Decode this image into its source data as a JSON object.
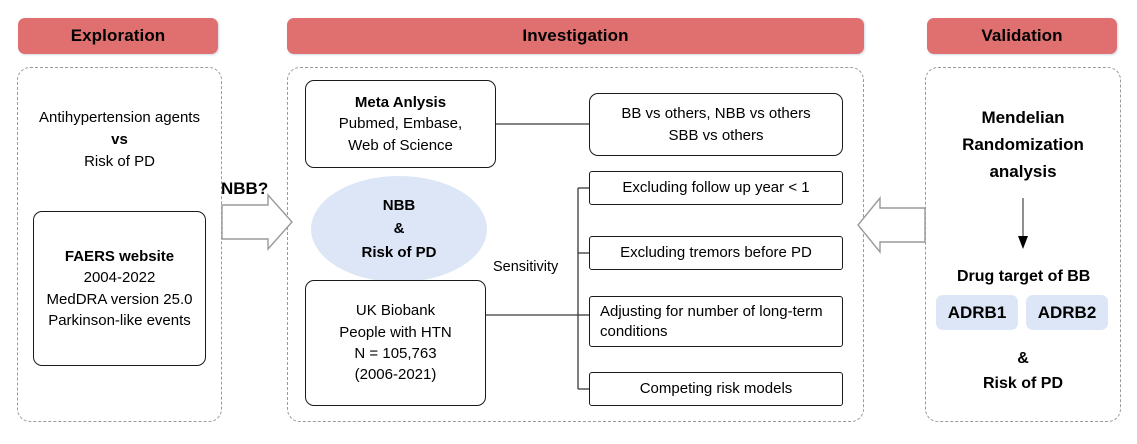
{
  "figure": {
    "type": "flowchart",
    "title": "Study design flowchart: beta-blockers and risk of Parkinson's disease",
    "accent_color": "#e06f6f",
    "highlight_color": "#dce6f6",
    "panel_border_color": "#9a9a9a"
  },
  "sections": {
    "exploration": {
      "header": "Exploration",
      "question_text": {
        "line1": "Antihypertension  agents",
        "line2": "vs",
        "line3": "Risk of PD"
      },
      "source_box": {
        "title": "FAERS website",
        "line1": "2004-2022",
        "line2": "MedDRA version 25.0",
        "line3": "Parkinson-like events"
      }
    },
    "investigation": {
      "header": "Investigation",
      "meta_box": {
        "title": "Meta Anlysis",
        "line1": "Pubmed, Embase,",
        "line2": "Web of Science"
      },
      "focus_ellipse": {
        "line1": "NBB",
        "line2": "&",
        "line3": "Risk of PD"
      },
      "cohort_box": {
        "line1": "UK Biobank",
        "line2": "People  with HTN",
        "line3": "N = 105,763",
        "line4": "(2006-2021)"
      },
      "comparison_box": {
        "line1": "BB vs others, NBB vs others",
        "line2": "SBB vs others"
      },
      "sensitivity_label": "Sensitivity",
      "sensitivity_items": [
        "Excluding follow up year < 1",
        "Excluding tremors before PD",
        "Adjusting for number of long-term conditions",
        "Competing  risk models"
      ]
    },
    "validation": {
      "header": "Validation",
      "method": {
        "line1": "Mendelian",
        "line2": "Randomization",
        "line3": "analysis"
      },
      "target_label": "Drug target of BB",
      "genes": [
        "ADRB1",
        "ADRB2"
      ],
      "outcome": {
        "line1": "&",
        "line2": "Risk of PD"
      }
    }
  },
  "connectors": {
    "left_arrow_label": "NBB?",
    "left_arrow_direction": "right",
    "right_arrow_direction": "left"
  }
}
